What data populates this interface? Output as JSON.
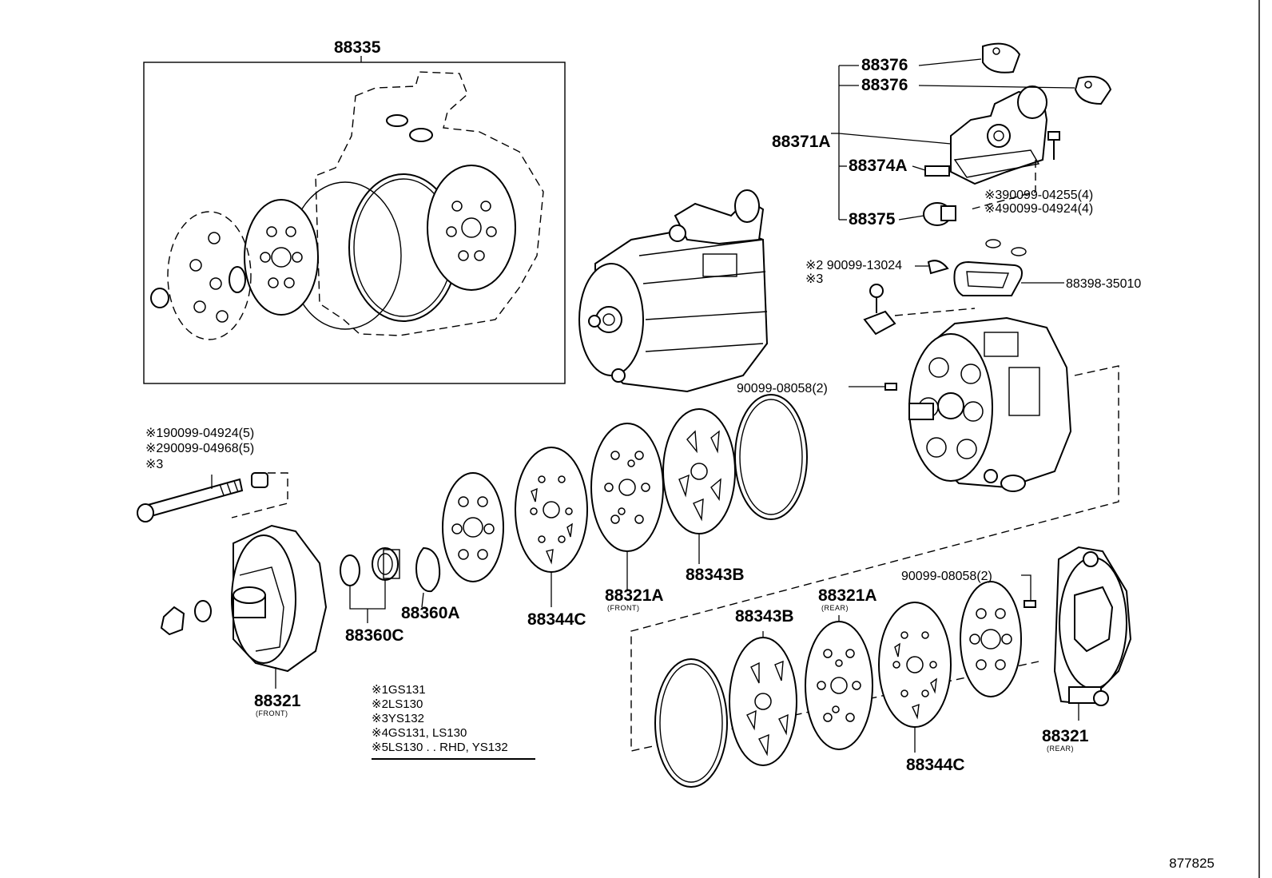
{
  "diagram": {
    "figure_code": "877825",
    "parts": {
      "p88335": "88335",
      "p88376a": "88376",
      "p88376b": "88376",
      "p88371A": "88371A",
      "p88374A": "88374A",
      "p88375": "88375",
      "bolt_sensor_3": "※390099-04255(4)",
      "bolt_sensor_4": "※490099-04924(4)",
      "gasket_ref_2": "※2 90099-13024",
      "gasket_ref_3": "※3",
      "p88398": "88398-35010",
      "pin_upper": "90099-08058(2)",
      "pin_lower": "90099-08058(2)",
      "bolt_1": "※190099-04924(5)",
      "bolt_2": "※290099-04968(5)",
      "bolt_3": "※3",
      "p88321_front": "88321",
      "p88321_front_sub": "(FRONT)",
      "p88360C": "88360C",
      "p88360A": "88360A",
      "p88344C_front": "88344C",
      "p88321A_front": "88321A",
      "p88321A_front_sub": "(FRONT)",
      "p88343B_front": "88343B",
      "p88343B_rear": "88343B",
      "p88321A_rear": "88321A",
      "p88321A_rear_sub": "(REAR)",
      "p88344C_rear": "88344C",
      "p88321_rear": "88321",
      "p88321_rear_sub": "(REAR)"
    },
    "legend": [
      {
        "mark": "※1",
        "text": "GS131"
      },
      {
        "mark": "※2",
        "text": "LS130"
      },
      {
        "mark": "※3",
        "text": "YS132"
      },
      {
        "mark": "※4",
        "text": "GS131, LS130"
      },
      {
        "mark": "※5",
        "text": "LS130 . . RHD, YS132"
      }
    ]
  }
}
